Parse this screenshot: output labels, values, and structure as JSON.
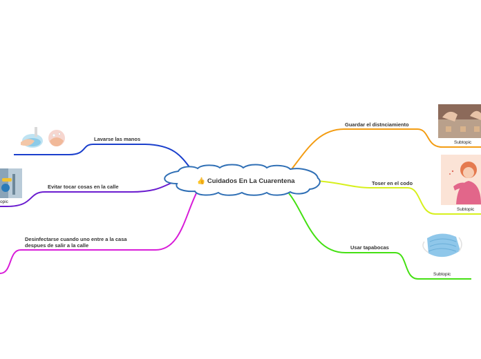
{
  "central": {
    "icon": "thumbs-up-icon",
    "title": "Cuidados En La Cuarentena"
  },
  "branches": {
    "lavarse": {
      "label": "Lavarse las manos",
      "color": "#1a3fcc",
      "image": "handwashing-illustration"
    },
    "evitar": {
      "label": "Evitar tocar cosas en la calle",
      "color": "#6a1ccf",
      "image": "door-handle-photo",
      "subtopic": "opic"
    },
    "desinfectar": {
      "label_line1": "Desinfectarse cuando uno entre a la casa",
      "label_line2": "despues de salir a la calle",
      "color": "#d81cd8"
    },
    "guardar": {
      "label": "Guardar el distnciamiento",
      "color": "#f39c12",
      "image": "distancing-blocks-photo",
      "subtopic": "Subtopic"
    },
    "toser": {
      "label": "Toser en el codo",
      "color": "#d7f01c",
      "image": "woman-coughing-illustration",
      "subtopic": "Subtopic"
    },
    "tapabocas": {
      "label": "Usar tapabocas",
      "color": "#44e012",
      "image": "face-mask-photo",
      "subtopic": "Subtopic"
    }
  }
}
